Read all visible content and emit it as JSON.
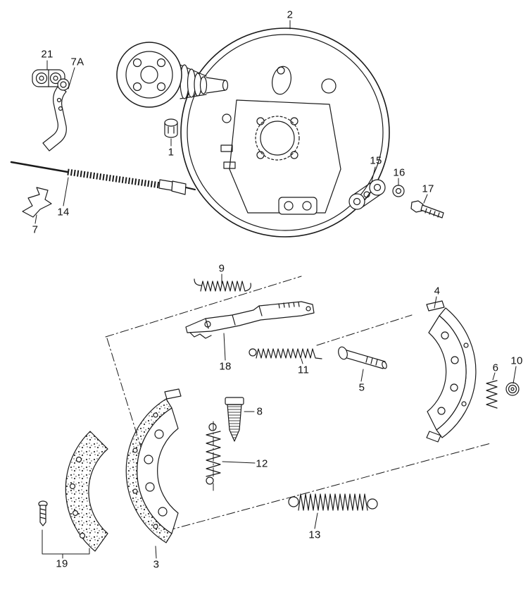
{
  "diagram": {
    "background": "#ffffff",
    "line_color": "#1a1a1a",
    "callouts": {
      "c1": "1",
      "c2": "2",
      "c3": "3",
      "c4": "4",
      "c5": "5",
      "c6": "6",
      "c7": "7",
      "c7a": "7A",
      "c8": "8",
      "c9": "9",
      "c10": "10",
      "c11": "11",
      "c12": "12",
      "c13": "13",
      "c14": "14",
      "c15": "15",
      "c16": "16",
      "c17": "17",
      "c18": "18",
      "c19": "19",
      "c21": "21"
    }
  }
}
